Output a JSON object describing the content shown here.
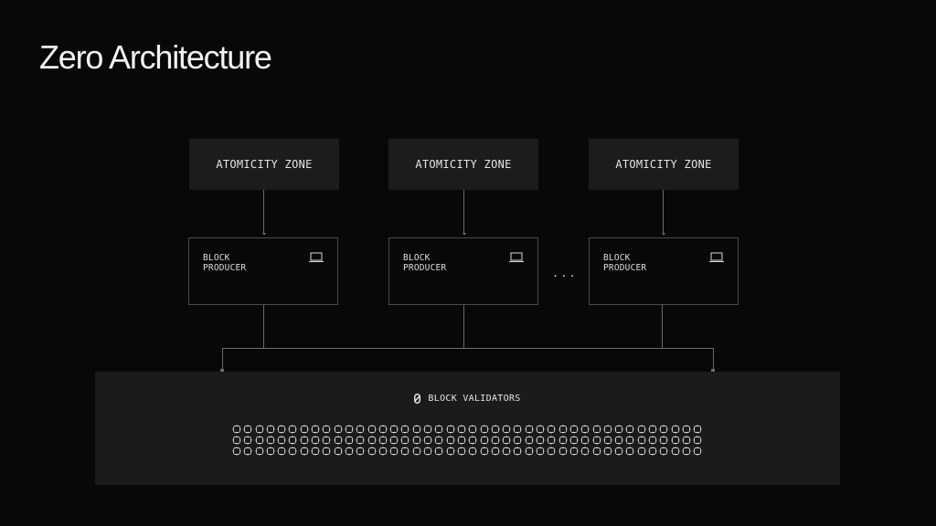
{
  "title": "Zero Architecture",
  "zones": [
    {
      "label": "ATOMICITY ZONE"
    },
    {
      "label": "ATOMICITY ZONE"
    },
    {
      "label": "ATOMICITY ZONE"
    }
  ],
  "producers": [
    {
      "label": "BLOCK\nPRODUCER",
      "icon": "laptop-icon"
    },
    {
      "label": "BLOCK\nPRODUCER",
      "icon": "laptop-icon"
    },
    {
      "label": "BLOCK\nPRODUCER",
      "icon": "laptop-icon"
    }
  ],
  "ellipsis": "...",
  "validators": {
    "label": "BLOCK VALIDATORS",
    "icon": "validator-logo-icon",
    "rows": 3,
    "per_row": 42
  },
  "colors": {
    "background": "#080808",
    "zone_fill": "#1c1c1c",
    "panel_fill": "#1b1b1b",
    "border": "#4a4a4a",
    "connector": "#6a6a6a",
    "text": "#e6e6e6"
  }
}
